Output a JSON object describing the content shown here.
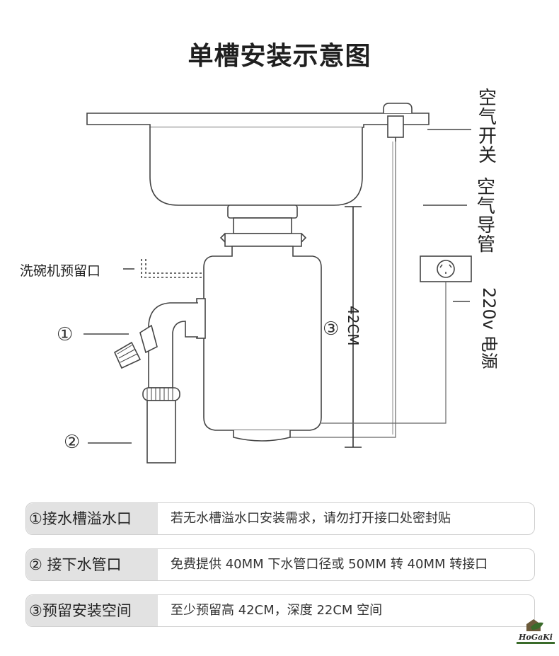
{
  "title": "单槽安装示意图",
  "labels": {
    "air_switch": "空气开关",
    "air_tube": "空气导管",
    "power": "220v 电源",
    "dishwasher_port": "洗碗机预留口",
    "height_mark": "③",
    "height_value": "42CM",
    "marker_1": "①",
    "marker_2": "②"
  },
  "rows": [
    {
      "tag": "①接水槽溢水口",
      "text": "若无水槽溢水口安装需求，请勿打开接口处密封贴"
    },
    {
      "tag": "②  接下水管口",
      "text": "免费提供 40MM 下水管口径或 50MM 转 40MM 转接口"
    },
    {
      "tag": "③预留安装空间",
      "text": "至少预留高 42CM，深度 22CM 空间"
    }
  ],
  "logo": {
    "name": "HoGaKi"
  }
}
